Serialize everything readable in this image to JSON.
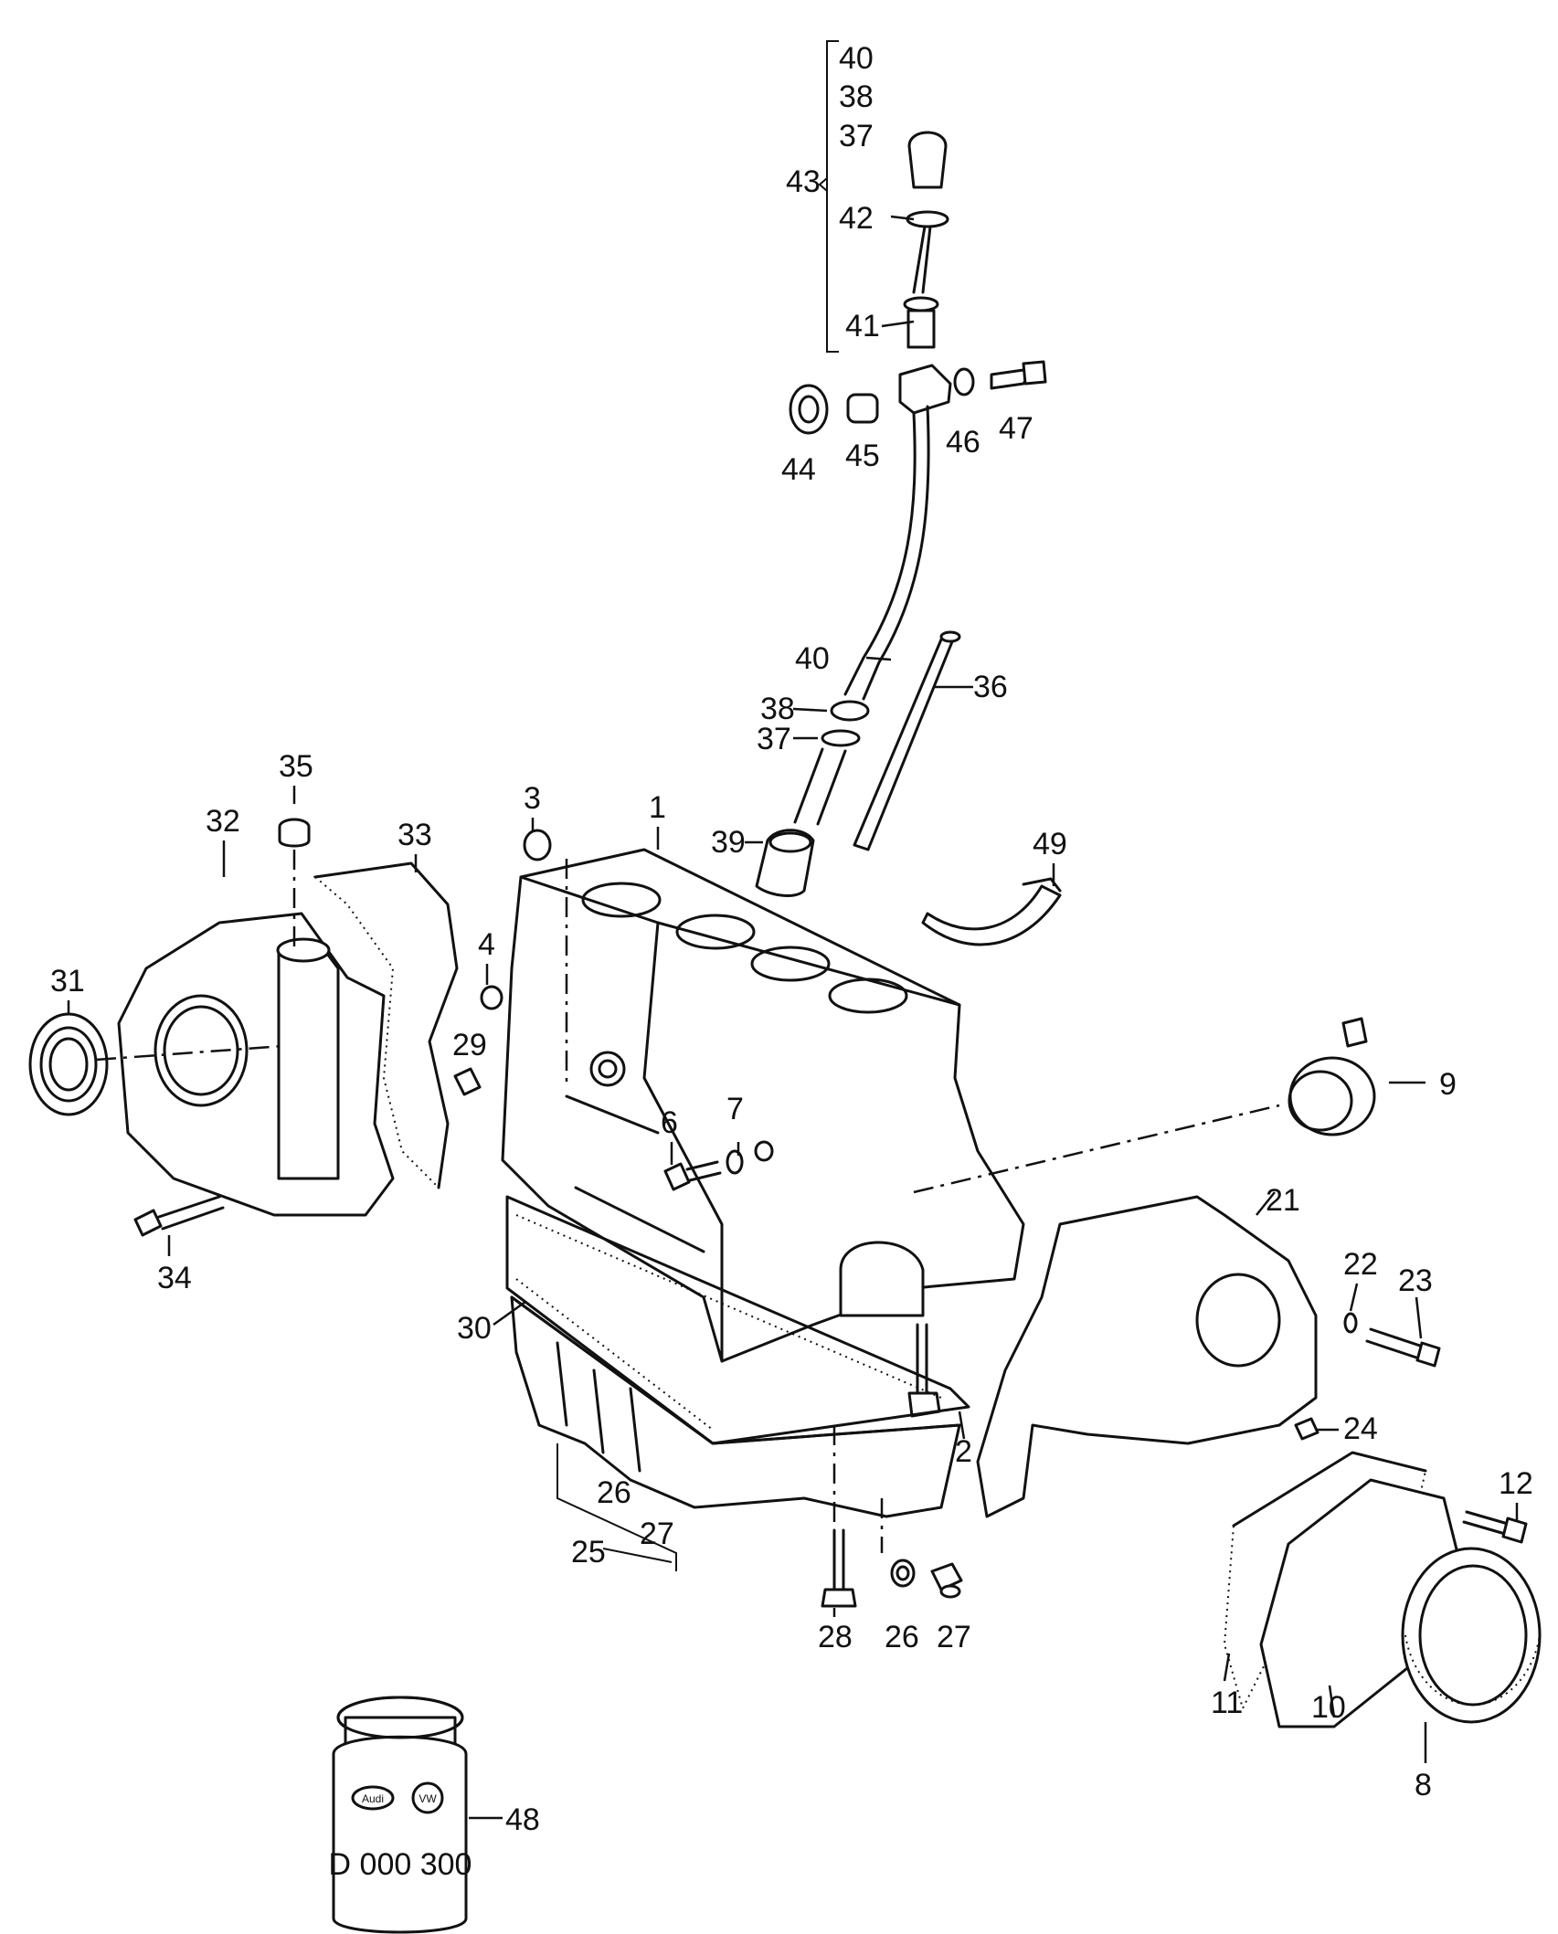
{
  "labels": {
    "p1": "1",
    "p2": "2",
    "p3": "3",
    "p4": "4",
    "p6": "6",
    "p7": "7",
    "p8": "8",
    "p9": "9",
    "p10": "10",
    "p11": "11",
    "p12": "12",
    "p21": "21",
    "p22": "22",
    "p23": "23",
    "p24": "24",
    "p25": "25",
    "p26a": "26",
    "p26b": "26",
    "p27a": "27",
    "p27b": "27",
    "p28": "28",
    "p29": "29",
    "p30": "30",
    "p31": "31",
    "p32": "32",
    "p33": "33",
    "p34": "34",
    "p35": "35",
    "p36": "36",
    "p37a": "37",
    "p37b": "37",
    "p38a": "38",
    "p38b": "38",
    "p39": "39",
    "p40a": "40",
    "p40b": "40",
    "p41": "41",
    "p42": "42",
    "p43": "43",
    "p44": "44",
    "p45": "45",
    "p46": "46",
    "p47": "47",
    "p48": "48",
    "p49": "49"
  },
  "can": {
    "brand_left": "Audi",
    "brand_right": "VW",
    "part_number": "D 000 300"
  }
}
